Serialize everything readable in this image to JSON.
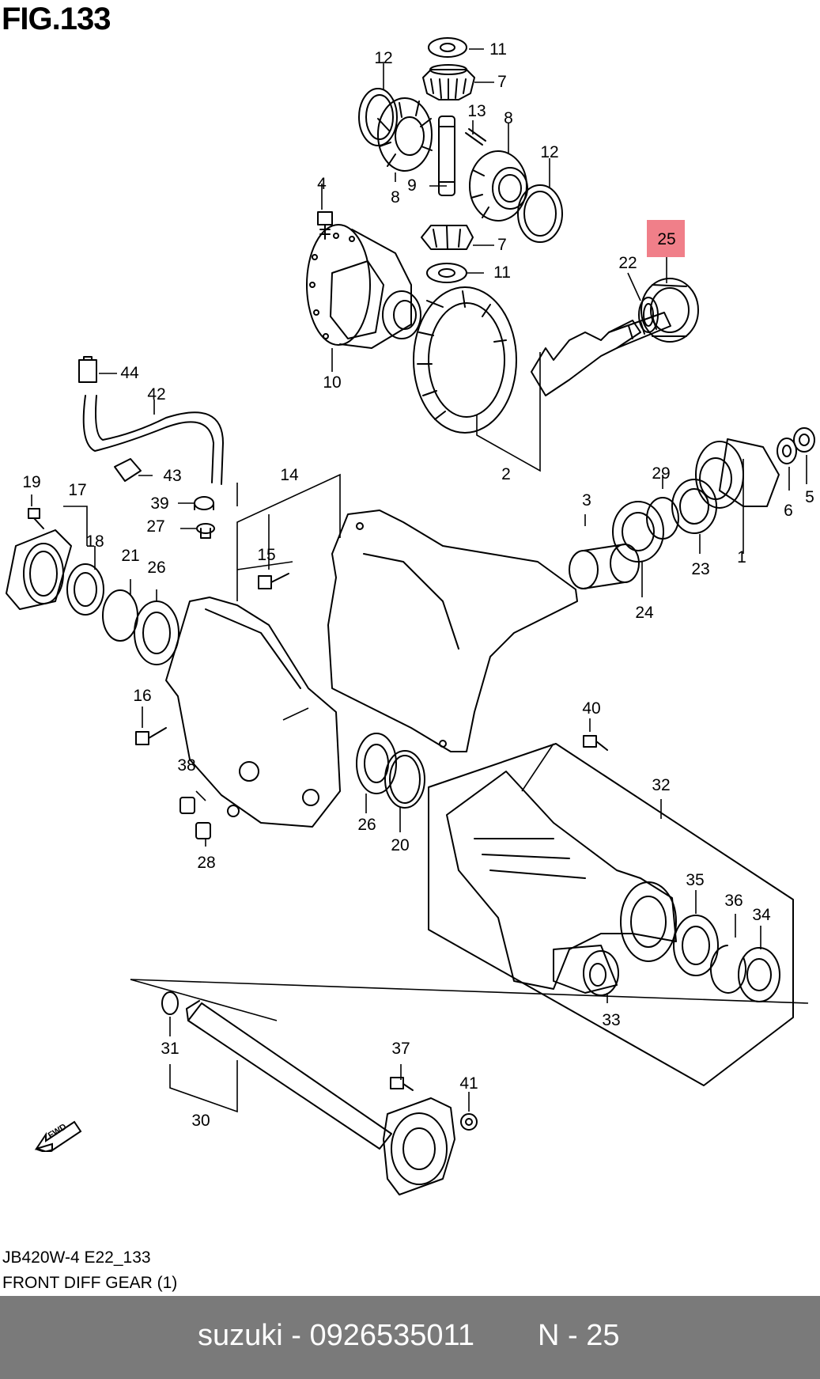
{
  "figure": {
    "title": "FIG.133"
  },
  "callouts": [
    {
      "id": "c1",
      "text": "1"
    },
    {
      "id": "c2",
      "text": "2"
    },
    {
      "id": "c3",
      "text": "3"
    },
    {
      "id": "c4",
      "text": "4"
    },
    {
      "id": "c5",
      "text": "5"
    },
    {
      "id": "c6",
      "text": "6"
    },
    {
      "id": "c7a",
      "text": "7"
    },
    {
      "id": "c7b",
      "text": "7"
    },
    {
      "id": "c8a",
      "text": "8"
    },
    {
      "id": "c8b",
      "text": "8"
    },
    {
      "id": "c9",
      "text": "9"
    },
    {
      "id": "c10",
      "text": "10"
    },
    {
      "id": "c11a",
      "text": "11"
    },
    {
      "id": "c11b",
      "text": "11"
    },
    {
      "id": "c12a",
      "text": "12"
    },
    {
      "id": "c12b",
      "text": "12"
    },
    {
      "id": "c13",
      "text": "13"
    },
    {
      "id": "c14",
      "text": "14"
    },
    {
      "id": "c15",
      "text": "15"
    },
    {
      "id": "c16",
      "text": "16"
    },
    {
      "id": "c17",
      "text": "17"
    },
    {
      "id": "c18",
      "text": "18"
    },
    {
      "id": "c19",
      "text": "19"
    },
    {
      "id": "c20",
      "text": "20"
    },
    {
      "id": "c21",
      "text": "21"
    },
    {
      "id": "c22",
      "text": "22"
    },
    {
      "id": "c23",
      "text": "23"
    },
    {
      "id": "c24",
      "text": "24"
    },
    {
      "id": "c25",
      "text": "25",
      "highlighted": true
    },
    {
      "id": "c26a",
      "text": "26"
    },
    {
      "id": "c26b",
      "text": "26"
    },
    {
      "id": "c27",
      "text": "27"
    },
    {
      "id": "c28",
      "text": "28"
    },
    {
      "id": "c29",
      "text": "29"
    },
    {
      "id": "c30",
      "text": "30"
    },
    {
      "id": "c31",
      "text": "31"
    },
    {
      "id": "c32",
      "text": "32"
    },
    {
      "id": "c33",
      "text": "33"
    },
    {
      "id": "c34",
      "text": "34"
    },
    {
      "id": "c35",
      "text": "35"
    },
    {
      "id": "c36",
      "text": "36"
    },
    {
      "id": "c37",
      "text": "37"
    },
    {
      "id": "c38",
      "text": "38"
    },
    {
      "id": "c39",
      "text": "39"
    },
    {
      "id": "c40",
      "text": "40"
    },
    {
      "id": "c41",
      "text": "41"
    },
    {
      "id": "c42",
      "text": "42"
    },
    {
      "id": "c43",
      "text": "43"
    },
    {
      "id": "c44",
      "text": "44"
    }
  ],
  "highlight_color": "#f07f89",
  "direction_marker": {
    "text": "FWD"
  },
  "captions": {
    "code": "JB420W-4 E22_133",
    "name": "FRONT DIFF GEAR (1)"
  },
  "footer": {
    "brand_part": "suzuki - 0926535011",
    "page": "N - 25",
    "background": "#7a7a7a"
  }
}
